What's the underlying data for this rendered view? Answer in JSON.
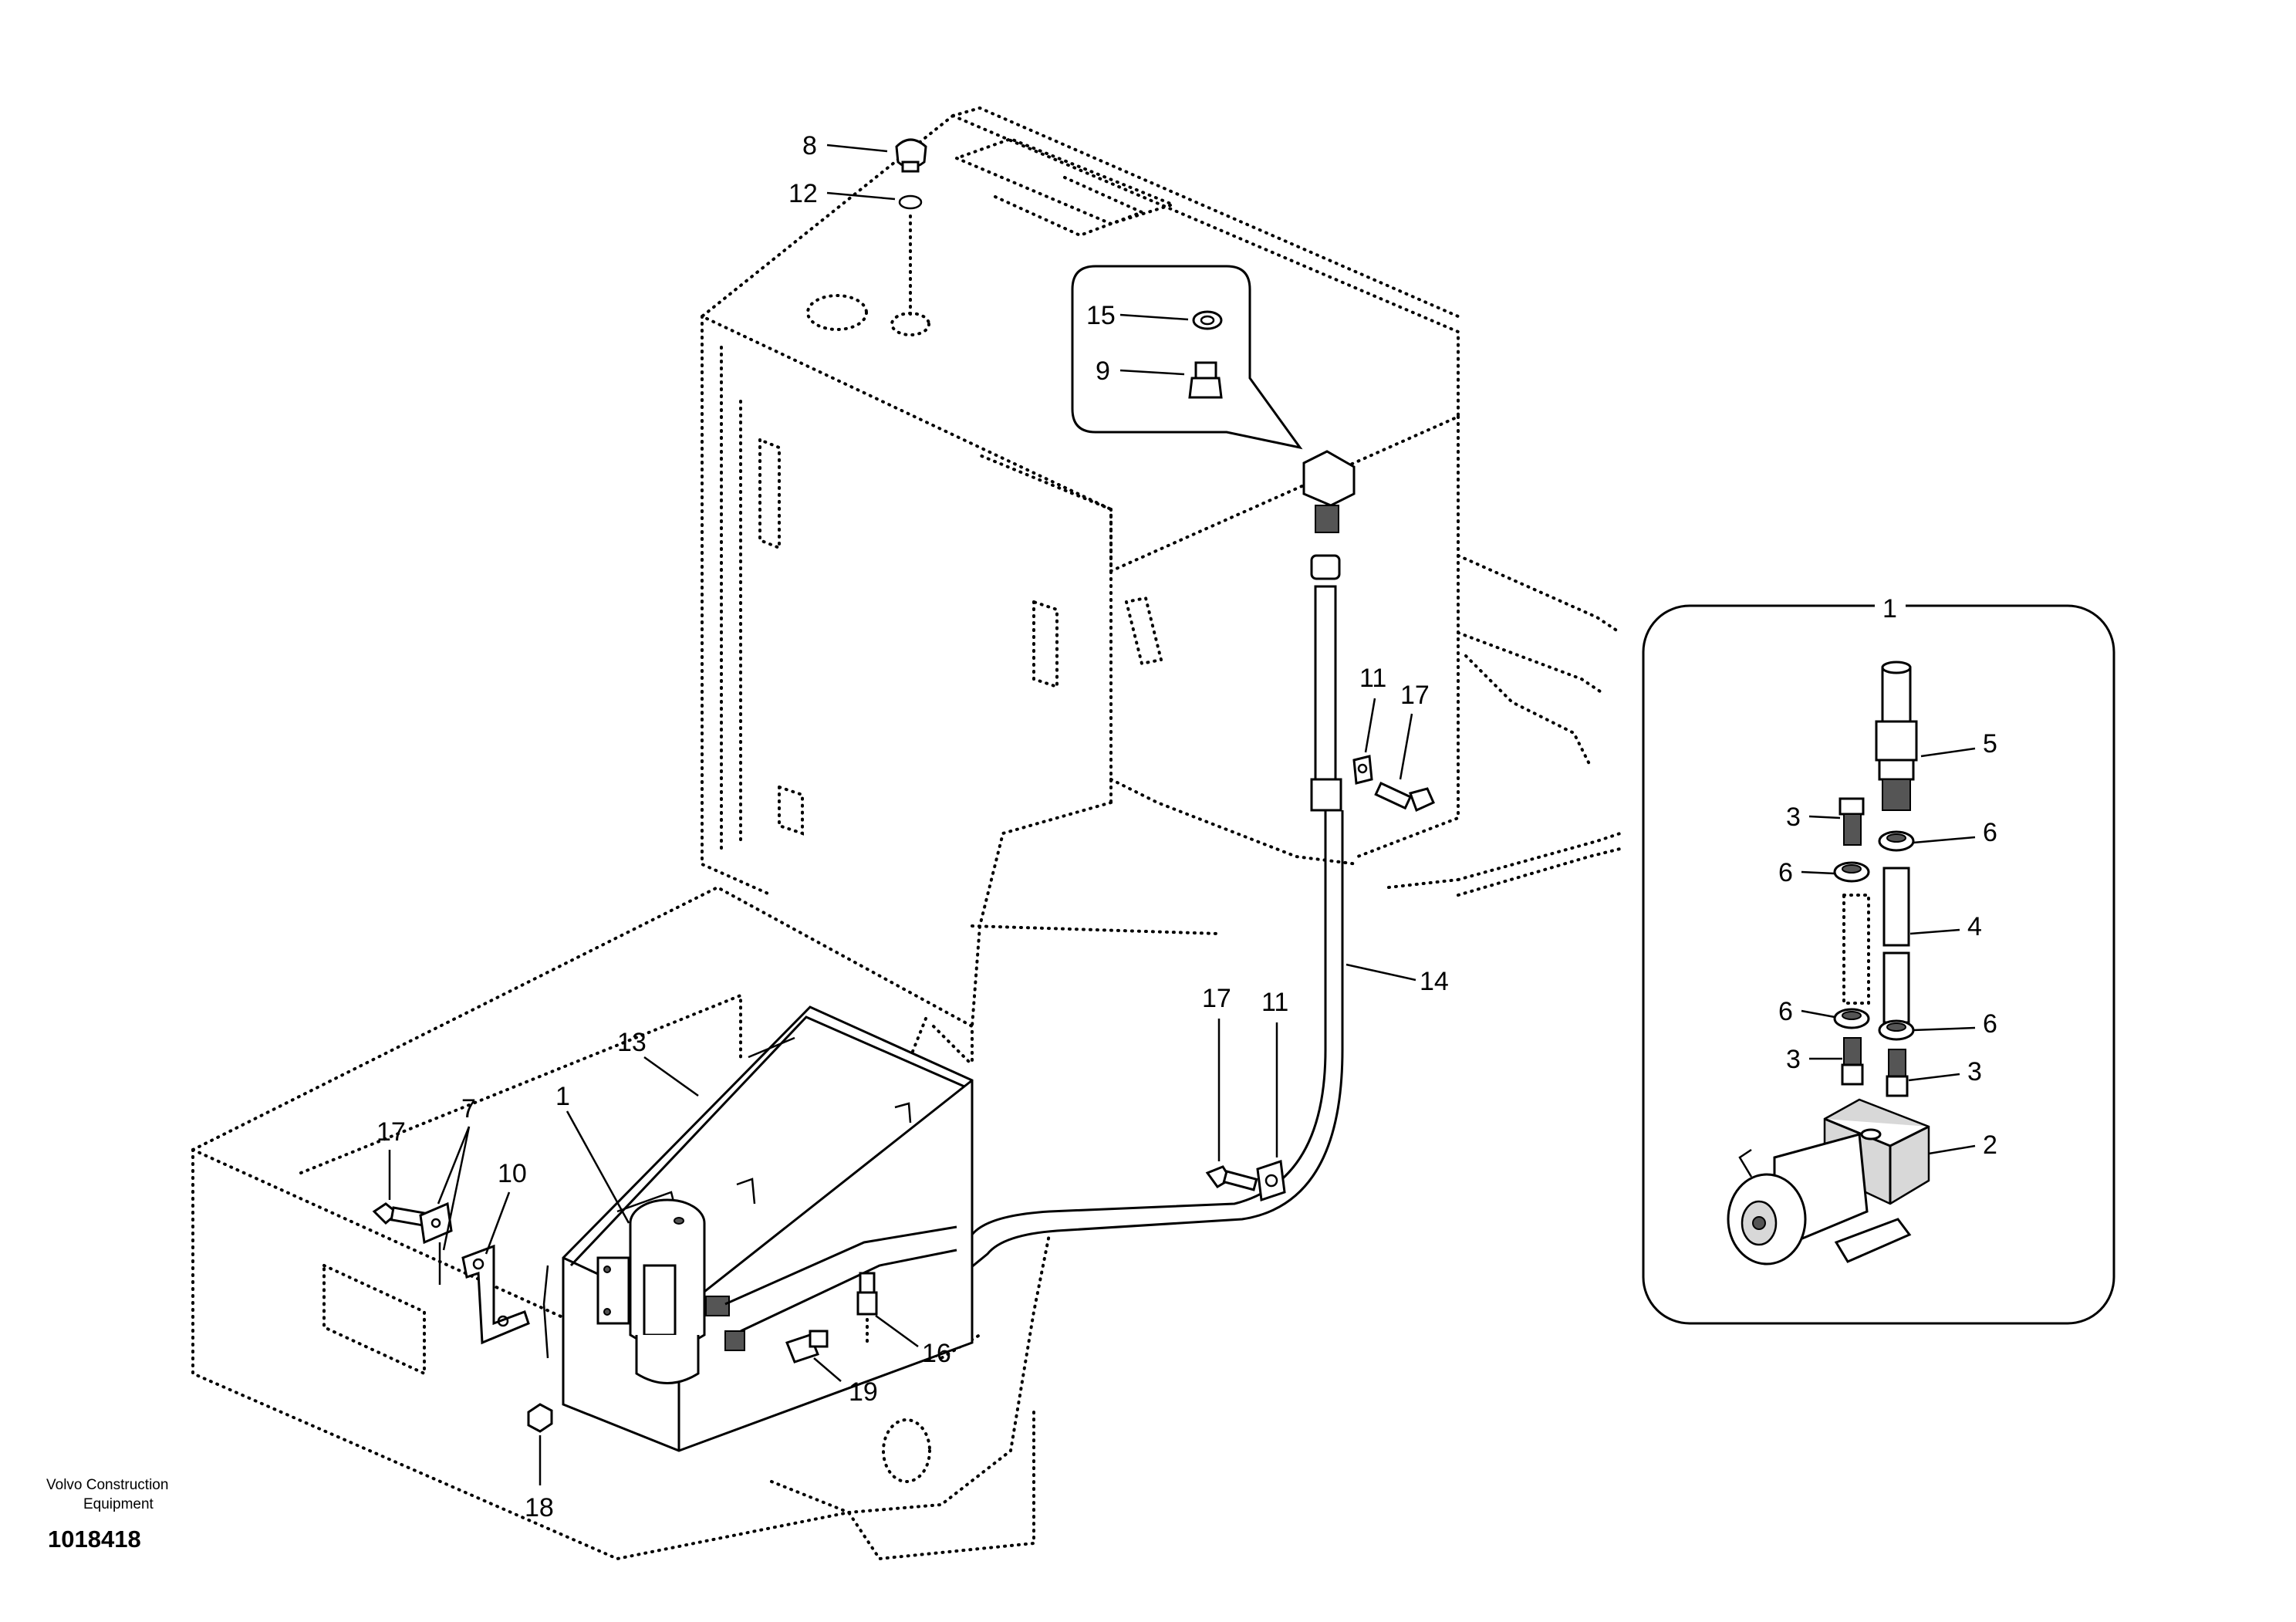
{
  "callouts": {
    "c8": "8",
    "c12": "12",
    "c15": "15",
    "c9": "9",
    "c11a": "11",
    "c17a": "17",
    "c14": "14",
    "c17b": "17",
    "c11b": "11",
    "c13": "13",
    "c1": "1",
    "c17c": "17",
    "c7": "7",
    "c10": "10",
    "c16": "16",
    "c19": "19",
    "c18": "18",
    "d1": "1",
    "d5": "5",
    "d3a": "3",
    "d6a": "6",
    "d6b": "6",
    "d4": "4",
    "d6c": "6",
    "d6d": "6",
    "d3b": "3",
    "d3c": "3",
    "d2": "2"
  },
  "footer": {
    "company_line1": "Volvo Construction",
    "company_line2": "Equipment",
    "drawing_number": "1018418"
  }
}
